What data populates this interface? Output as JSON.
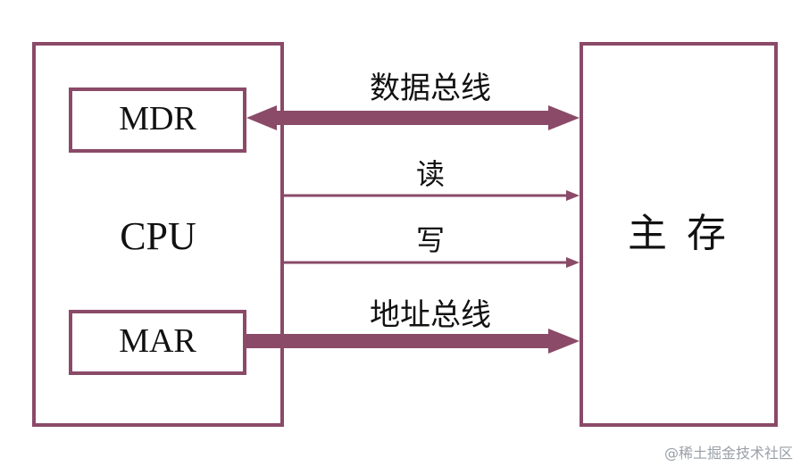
{
  "cpu": {
    "label": "CPU",
    "mdr_label": "MDR",
    "mar_label": "MAR"
  },
  "memory": {
    "label": "主 存"
  },
  "connections": {
    "data_bus": "数据总线",
    "read": "读",
    "write": "写",
    "address_bus": "地址总线"
  },
  "colors": {
    "stroke": "#8a4a68",
    "text": "#111111"
  },
  "watermark": "@稀土掘金技术社区"
}
